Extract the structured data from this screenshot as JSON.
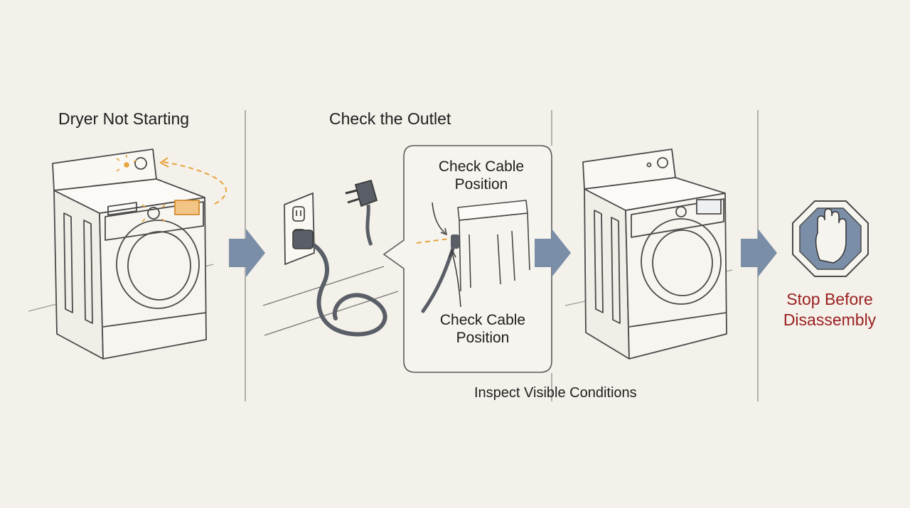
{
  "steps": {
    "step1_title": "Dryer Not Starting",
    "step2_title": "Check the Outlet",
    "callout_top_line1": "Check Cable",
    "callout_top_line2": "Position",
    "callout_bottom_line1": "Check Cable",
    "callout_bottom_line2": "Position",
    "final_line1": "Stop Before",
    "final_line2": "Disassembly",
    "caption": "Inspect Visible Conditions"
  },
  "colors": {
    "background": "#f4f1ea",
    "line": "#4a4a4a",
    "arrow": "#7b8ea8",
    "accent_orange": "#e7a33e",
    "stop_fill": "#7b8ea8",
    "stop_text": "#9a1f1f"
  },
  "icons": [
    "dryer-icon",
    "warning-light-icon",
    "outlet-icon",
    "plug-icon",
    "power-cord-icon",
    "hand-stop-icon",
    "arrow-right-icon"
  ]
}
